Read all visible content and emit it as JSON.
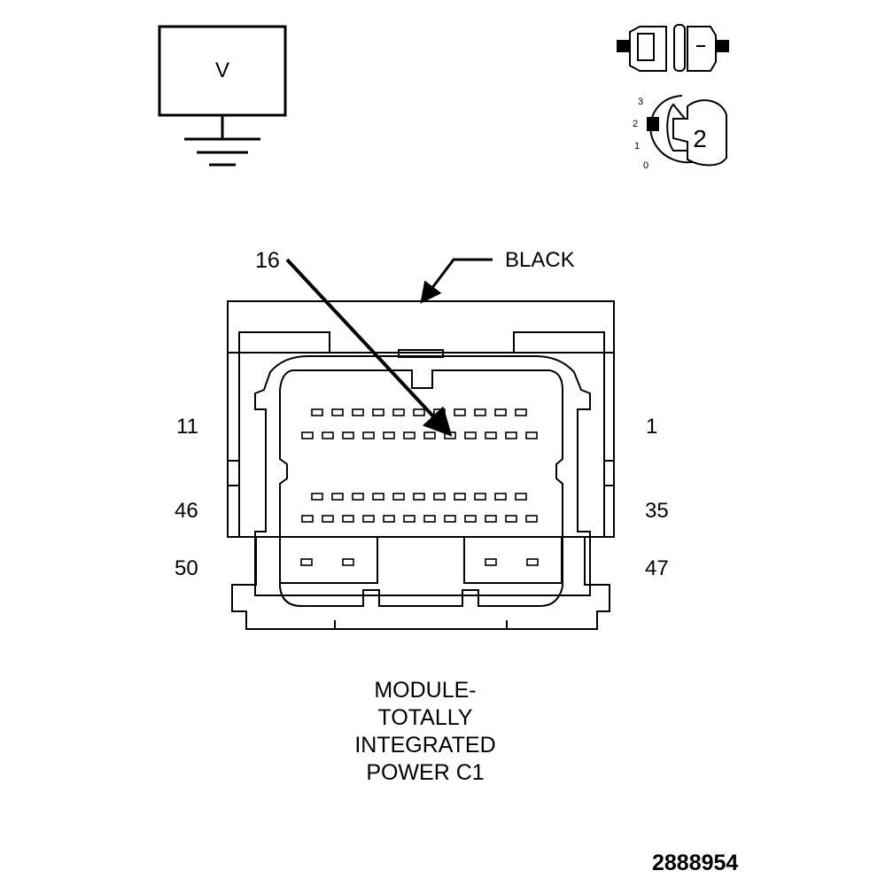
{
  "meter": {
    "symbol": "V"
  },
  "selector": {
    "ticks": [
      "3",
      "2",
      "1",
      "0"
    ],
    "position": "2"
  },
  "callouts": {
    "pin": "16",
    "color": "BLACK"
  },
  "pin_labels": {
    "top_left": "11",
    "top_right": "1",
    "mid_left": "46",
    "mid_right": "35",
    "bottom_left": "50",
    "bottom_right": "47"
  },
  "caption": {
    "lines": [
      "MODULE-",
      "TOTALLY",
      "INTEGRATED",
      "POWER C1"
    ]
  },
  "figure_id": "2888954"
}
